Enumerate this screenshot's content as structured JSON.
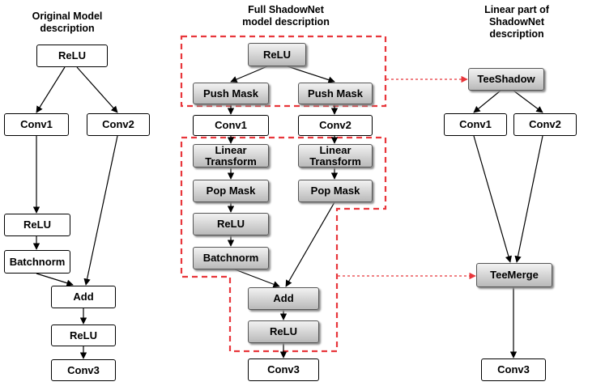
{
  "headings": {
    "original": "Original Model\ndescription",
    "full": "Full ShadowNet\nmodel description",
    "linear": "Linear part of\nShadowNet\ndescription"
  },
  "original": {
    "relu_top": "ReLU",
    "conv1": "Conv1",
    "conv2": "Conv2",
    "relu_mid": "ReLU",
    "batchnorm": "Batchnorm",
    "add": "Add",
    "relu_bottom": "ReLU",
    "conv3": "Conv3"
  },
  "full": {
    "relu_top": "ReLU",
    "push_mask_left": "Push Mask",
    "push_mask_right": "Push Mask",
    "conv1": "Conv1",
    "conv2": "Conv2",
    "linear_transform_left": "Linear\nTransform",
    "linear_transform_right": "Linear\nTransform",
    "pop_mask_left": "Pop Mask",
    "pop_mask_right": "Pop Mask",
    "relu_mid": "ReLU",
    "batchnorm": "Batchnorm",
    "add": "Add",
    "relu_bottom": "ReLU",
    "conv3": "Conv3"
  },
  "linear": {
    "tee_shadow": "TeeShadow",
    "conv1": "Conv1",
    "conv2": "Conv2",
    "tee_merge": "TeeMerge",
    "conv3": "Conv3"
  },
  "colors": {
    "dashed_region": "#e8363b",
    "node_shadow_gradient": "#b9b9b9"
  }
}
